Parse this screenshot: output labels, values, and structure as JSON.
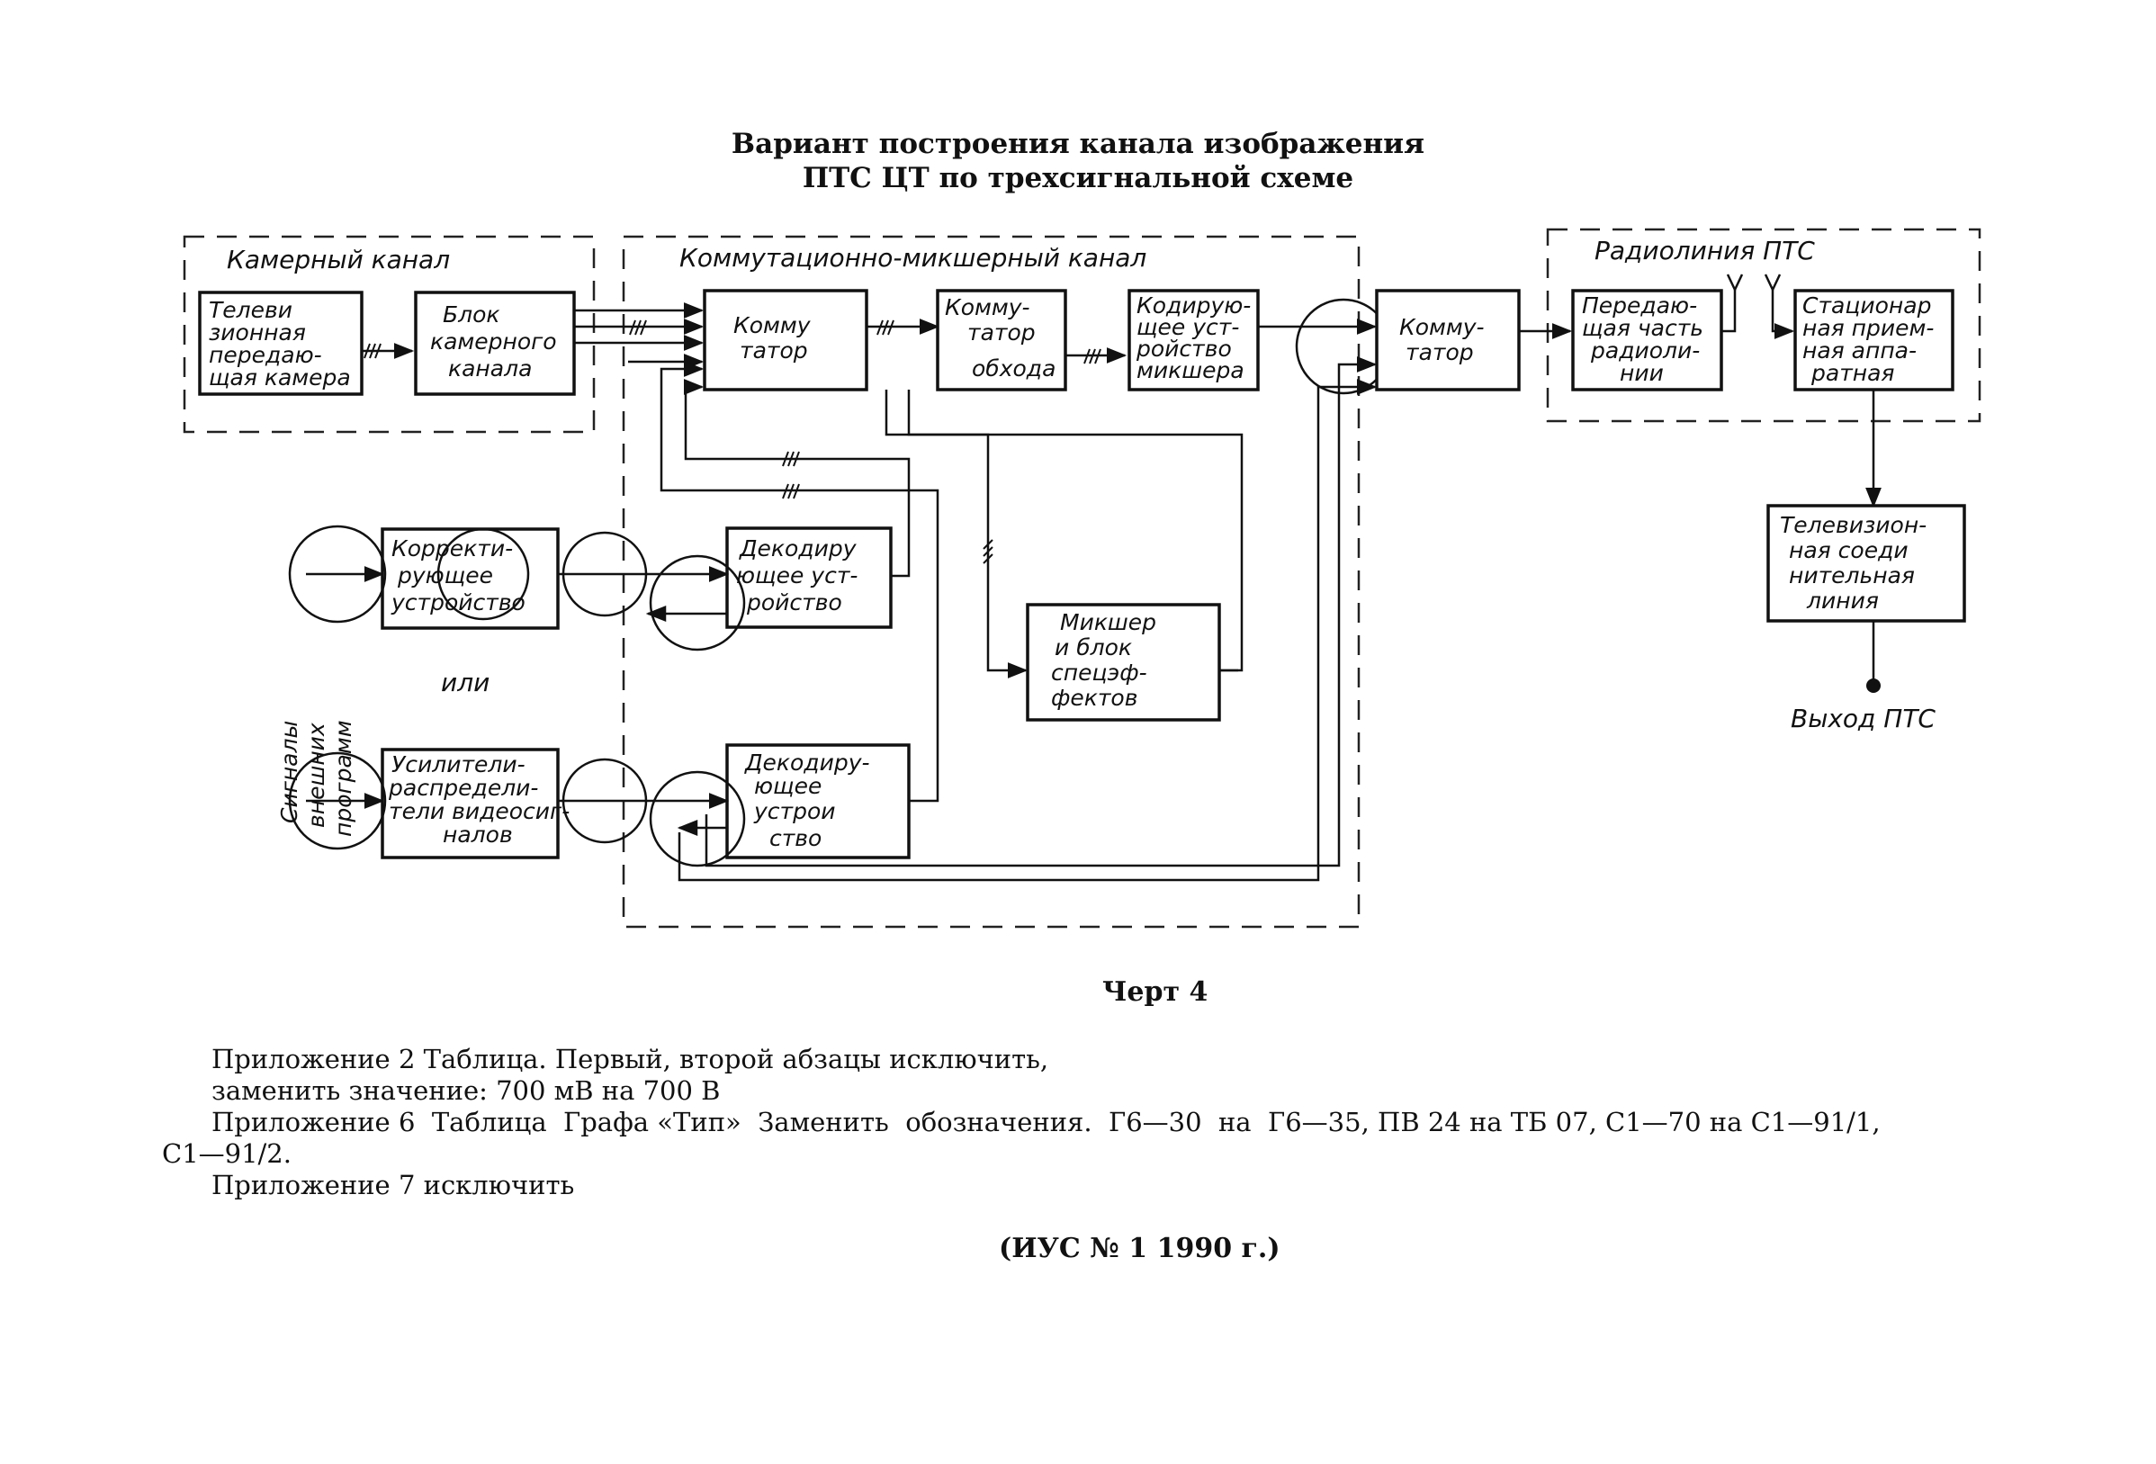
{
  "title": {
    "line1": "Вариант построения канала изображения",
    "line2": "ПТС ЦТ по трехсигнальной схеме"
  },
  "groups": {
    "camera": "Камерный канал",
    "mixing": "Коммутационно-микшерный канал",
    "radio": "Радиолиния ПТС"
  },
  "blocks": {
    "tv_camera": [
      "Телеви",
      "зионная",
      "передаю-",
      "щая камера"
    ],
    "camera_unit": [
      "Блок",
      "камерного",
      "канала"
    ],
    "switcher1": [
      "Комму",
      "татор"
    ],
    "bypass_switch": [
      "Комму-",
      "татор",
      "обхода"
    ],
    "mixer_control": [
      "Кодирую-",
      "щее уст-",
      "ройство",
      "микшера"
    ],
    "switcher2": [
      "Комму-",
      "татор"
    ],
    "transmitter": [
      "Передаю-",
      "щая часть",
      "радиоли-",
      "нии"
    ],
    "receiver": [
      "Стационар",
      "ная прием-",
      "ная аппа-",
      "ратная"
    ],
    "tv_line": [
      "Телевизион-",
      "ная соеди",
      "нительная",
      "линия"
    ],
    "corrector": [
      "Корректи-",
      "рующее",
      "устройство"
    ],
    "decoder1": [
      "Декодиру",
      "ющее уст-",
      "ройство"
    ],
    "mixer_fx": [
      "Микшер",
      "и блок",
      "спецэф-",
      "фектов"
    ],
    "amplifier": [
      "Усилители-",
      "распредели-",
      "тели видеосиг-",
      "налов"
    ],
    "decoder2": [
      "Декодиру-",
      "ющее",
      "устрои",
      "ство"
    ]
  },
  "labels": {
    "or": "или",
    "external": [
      "Сигналы",
      "внешних",
      "программ"
    ],
    "output": "Выход ПТС"
  },
  "caption": "Черт 4",
  "notes": {
    "line1": "Приложение 2 Таблица. Первый, второй абзацы исключить,",
    "line2": "заменить значение: 700 мВ на 700 В",
    "line3": "Приложение 6  Таблица  Графа «Тип»  Заменить  обозначения.  Г6—30  на  Г6—35, ПВ 24 на ТБ 07, С1—70 на С1—91/1,",
    "line4": "С1—91/2.",
    "line5": "Приложение 7 исключить"
  },
  "footer": "(ИУС № 1 1990 г.)"
}
